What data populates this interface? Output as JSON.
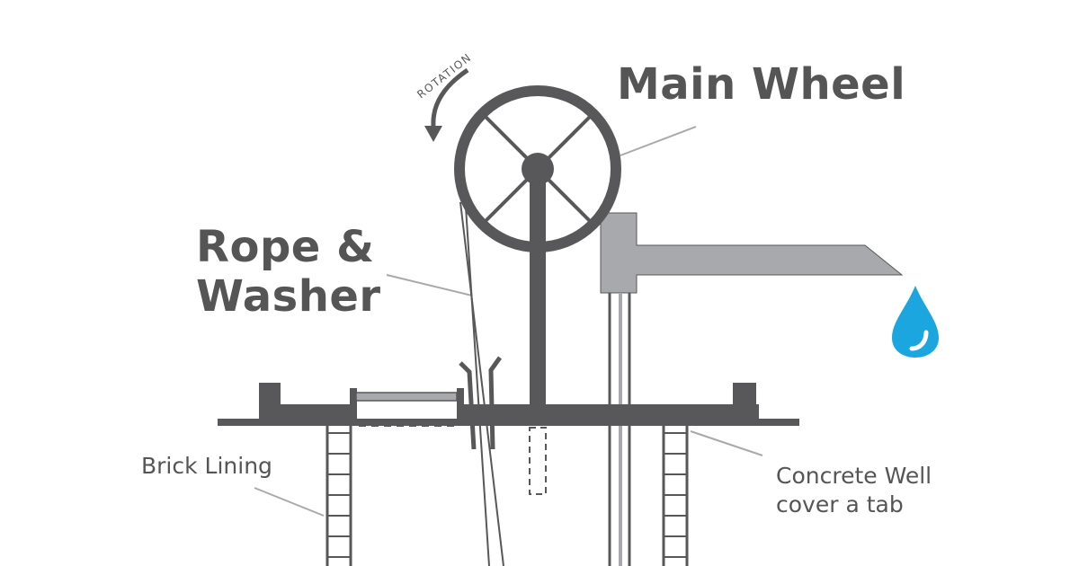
{
  "labels": {
    "main_wheel": "Main Wheel",
    "rope_washer_line1": "Rope &",
    "rope_washer_line2": "Washer",
    "brick_lining": "Brick Lining",
    "concrete_line1": "Concrete Well",
    "concrete_line2": "cover a tab",
    "rotation": "ROTATION"
  },
  "colors": {
    "dark_gray": "#58585a",
    "light_gray": "#a7a9ac",
    "leader_gray": "#9a9a9a",
    "label_gray": "#555555",
    "water_blue": "#1ba6e0"
  },
  "icons": {
    "water_drop": "water-drop-icon",
    "rotation_arrow": "curved-arrow-icon"
  }
}
